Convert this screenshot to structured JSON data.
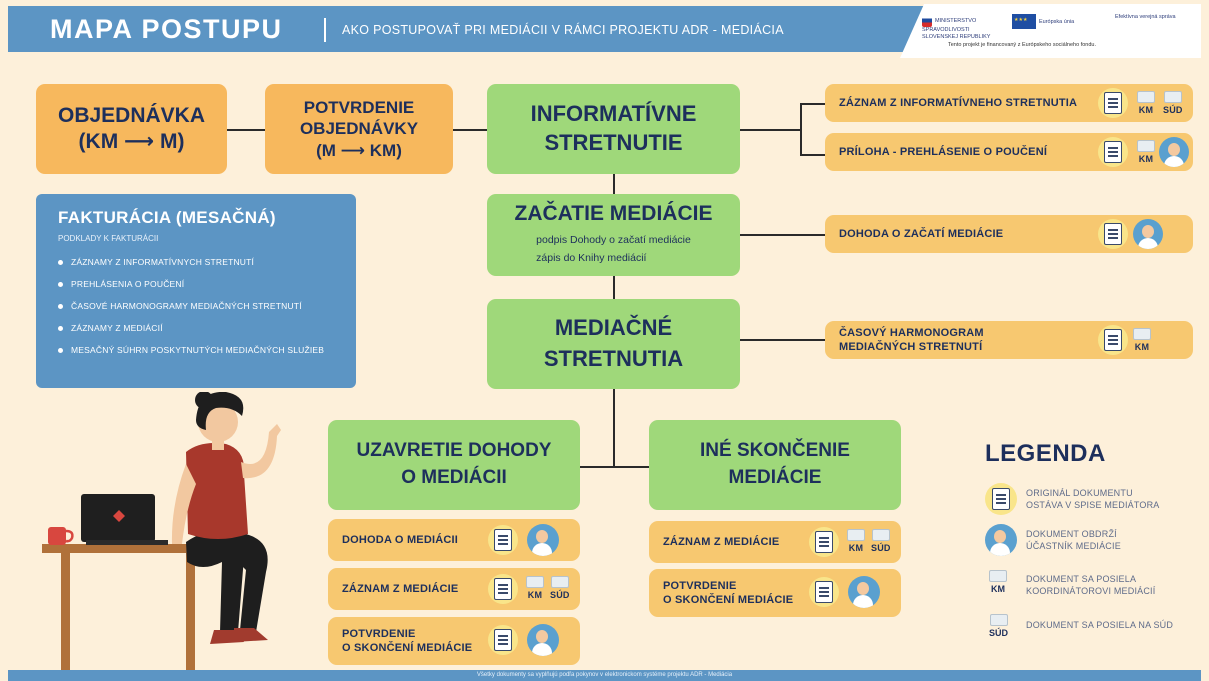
{
  "header": {
    "title": "MAPA POSTUPU",
    "subtitle": "AKO POSTUPOVAŤ PRI MEDIÁCII V RÁMCI PROJEKTU ADR - MEDIÁCIA",
    "logo_ministry": "MINISTERSTVO SPRAVODLIVOSTI SLOVENSKEJ REPUBLIKY",
    "logo_eu": "Európska únia",
    "logo_op": "Efektívna verejná správa",
    "funding_note": "Tento projekt je financovaný z Európskeho sociálneho fondu."
  },
  "flow": {
    "objednavka": "OBJEDNÁVKA\n(KM ⟶ M)",
    "potvrdenie": "POTVRDENIE\nOBJEDNÁVKY\n(M ⟶ KM)",
    "informativne": "INFORMATÍVNE\nSTRETNUTIE",
    "zacatie_title": "ZAČATIE MEDIÁCIE",
    "zacatie_line1": "podpis Dohody o začatí mediácie",
    "zacatie_line2": "zápis do Knihy mediácií",
    "mediacne": "MEDIAČNÉ\nSTRETNUTIA",
    "uzavretie": "UZAVRETIE DOHODY\nO MEDIÁCII",
    "ine": "INÉ SKONČENIE\nMEDIÁCIE"
  },
  "docs": {
    "zaznam_info": "ZÁZNAM Z INFORMATÍVNEHO STRETNUTIA",
    "priloha": "PRÍLOHA - PREHLÁSENIE O POUČENÍ",
    "dohoda_zacati": "DOHODA O ZAČATÍ MEDIÁCIE",
    "harmonogram": "ČASOVÝ HARMONOGRAM\nMEDIAČNÝCH STRETNUTÍ",
    "dohoda_mediacii": "DOHODA O MEDIÁCII",
    "zaznam_med_1": "ZÁZNAM Z MEDIÁCIE",
    "potvrdenie_1": "POTVRDENIE\nO SKONČENÍ MEDIÁCIE",
    "zaznam_med_2": "ZÁZNAM Z MEDIÁCIE",
    "potvrdenie_2": "POTVRDENIE\nO SKONČENÍ MEDIÁCIE"
  },
  "tags": {
    "km": "KM",
    "sud": "SÚD"
  },
  "fakturacia": {
    "title": "FAKTURÁCIA (MESAČNÁ)",
    "subtitle": "PODKLADY K FAKTURÁCII",
    "items": [
      "ZÁZNAMY Z INFORMATÍVNYCH STRETNUTÍ",
      "PREHLÁSENIA O POUČENÍ",
      "ČASOVÉ HARMONOGRAMY MEDIAČNÝCH STRETNUTÍ",
      "ZÁZNAMY Z MEDIÁCIÍ",
      "MESAČNÝ SÚHRN POSKYTNUTÝCH MEDIAČNÝCH SLUŽIEB"
    ]
  },
  "legend": {
    "title": "LEGENDA",
    "original": "ORIGINÁL DOKUMENTU\nOSTÁVA V SPISE MEDIÁTORA",
    "ucastnik": "DOKUMENT OBDRŽÍ\nÚČASTNÍK MEDIÁCIE",
    "km_label": "KM",
    "km_text": "DOKUMENT SA POSIELA\nKOORDINÁTOROVI MEDIÁCIÍ",
    "sud_label": "SÚD",
    "sud_text": "DOKUMENT SA POSIELA NA SÚD"
  },
  "footer": "Všetky dokumenty sa vyplňujú podľa pokynov v elektronickom systéme projektu ADR - Mediácia"
}
